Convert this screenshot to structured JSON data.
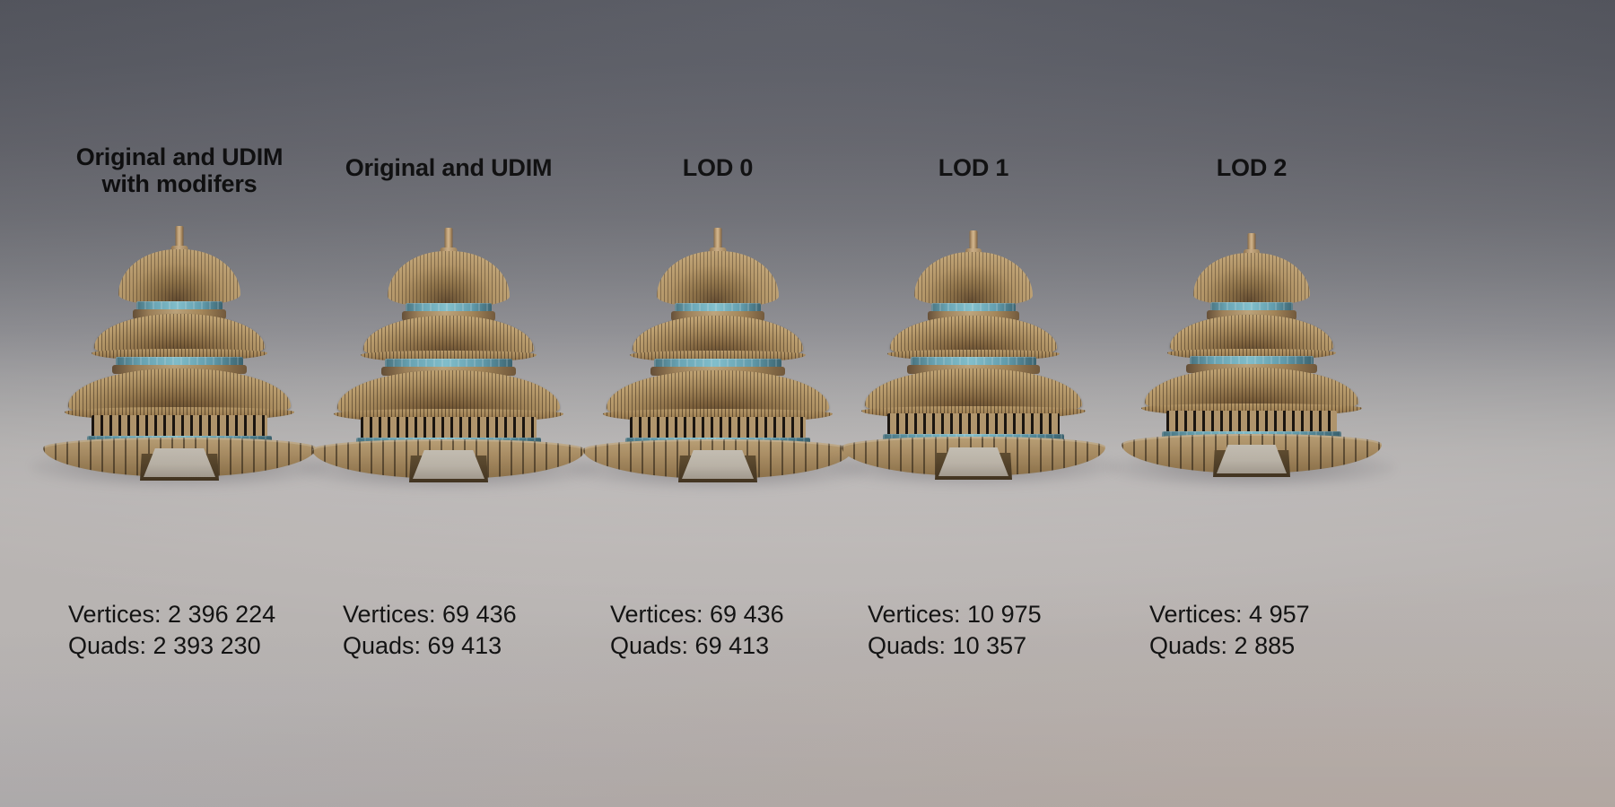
{
  "scene": {
    "title_sequence": "LOD comparison of Temple of Heaven model",
    "background_top_color": "#54565f",
    "background_bottom_color": "#d3cecc",
    "text_color": "#111111",
    "model_wood_color": "#c3a578",
    "model_accent_color": "#8ccfdd"
  },
  "columns": [
    {
      "header": "Original and UDIM\nwith modifers",
      "vertices_label": "Vertices: 2 396 224",
      "quads_label": "Quads: 2 393 230"
    },
    {
      "header": "Original and UDIM",
      "vertices_label": "Vertices: 69 436",
      "quads_label": "Quads: 69 413"
    },
    {
      "header": "LOD 0",
      "vertices_label": "Vertices: 69 436",
      "quads_label": "Quads: 69 413"
    },
    {
      "header": "LOD 1",
      "vertices_label": "Vertices: 10 975",
      "quads_label": "Quads: 10 357"
    },
    {
      "header": "LOD 2",
      "vertices_label": "Vertices: 4 957",
      "quads_label": "Quads: 2 885"
    }
  ]
}
